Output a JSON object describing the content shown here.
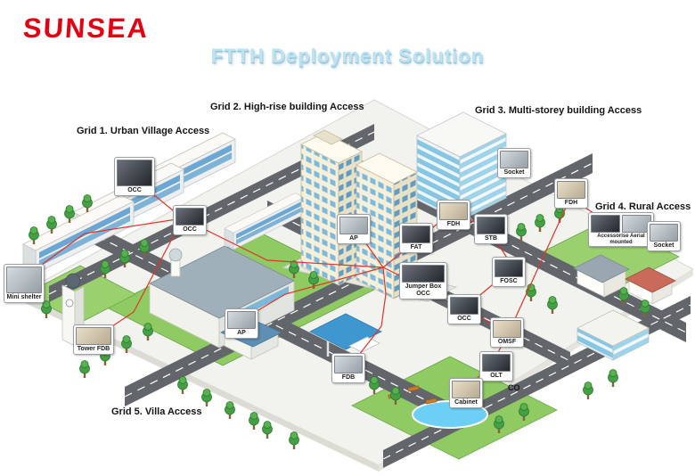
{
  "logo": {
    "text": "SUNSEA"
  },
  "title": "FTTH Deployment Solution",
  "grids": {
    "g1": "Grid 1. Urban Village Access",
    "g2": "Grid 2. High-rise building Access",
    "g3": "Grid 3. Multi-storey building Access",
    "g4": "Grid 4. Rural Access",
    "g5": "Grid 5. Villa Access"
  },
  "labels": {
    "co": "CO"
  },
  "callouts": [
    {
      "id": "occ-1",
      "label": "OCC"
    },
    {
      "id": "occ-2",
      "label": "OCC"
    },
    {
      "id": "mini-shelter",
      "label": "Mini shelter"
    },
    {
      "id": "tower-fdb",
      "label": "Tower FDB"
    },
    {
      "id": "ap-1",
      "label": "AP"
    },
    {
      "id": "ap-2",
      "label": "AP"
    },
    {
      "id": "fat",
      "label": "FAT"
    },
    {
      "id": "jumper-box-occ",
      "label": "Jumper Box OCC"
    },
    {
      "id": "fdh-1",
      "label": "FDH"
    },
    {
      "id": "stb",
      "label": "STB"
    },
    {
      "id": "fosc",
      "label": "FOSC"
    },
    {
      "id": "occ-3",
      "label": "OCC"
    },
    {
      "id": "omsf",
      "label": "OMSF"
    },
    {
      "id": "olt",
      "label": "OLT"
    },
    {
      "id": "cabinet",
      "label": "Cabinet"
    },
    {
      "id": "fdb-1",
      "label": "FDB"
    },
    {
      "id": "fdh-2",
      "label": "FDH"
    },
    {
      "id": "socket-1",
      "label": "Socket"
    },
    {
      "id": "aerial-accessories",
      "label": "Accessorise Aerial mounted"
    },
    {
      "id": "socket-2",
      "label": "Socket"
    }
  ],
  "colors": {
    "logo_red": "#e60012",
    "title_blue": "#bfe2f1",
    "cable_red": "#e23327",
    "road_gray": "#62666b",
    "grass_green": "#8fca62"
  }
}
